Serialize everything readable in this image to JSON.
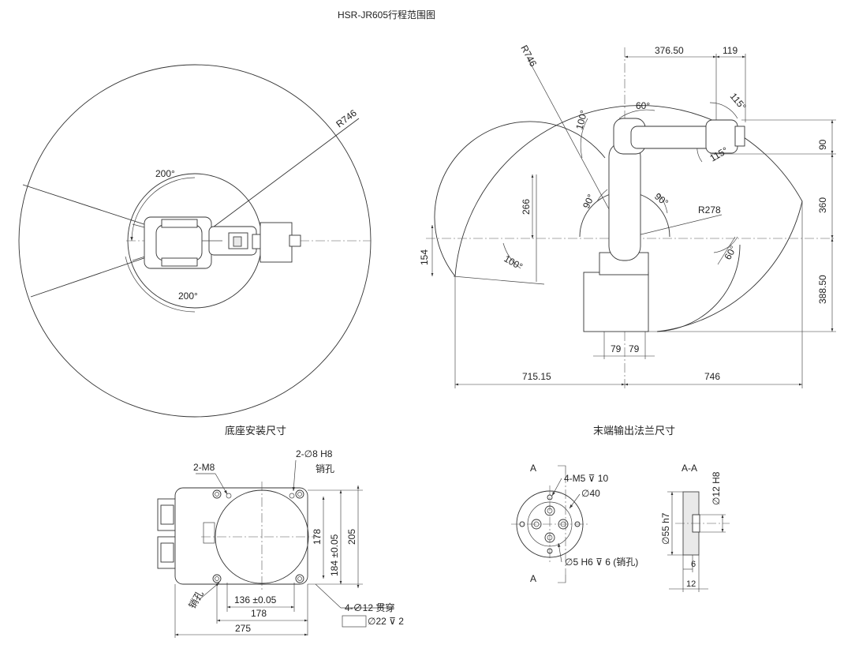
{
  "titles": {
    "main": "HSR-JR605行程范围图",
    "base": "底座安装尺寸",
    "flange": "末端输出法兰尺寸"
  },
  "top_view": {
    "radius": "R746",
    "angle_upper": "200°",
    "angle_lower": "200°"
  },
  "side_view": {
    "radius": "R746",
    "radius_inner": "R278",
    "dims": {
      "top_width": "376.50",
      "top_offset": "119",
      "right_upper": "90",
      "right_mid": "360",
      "right_lower": "388.50",
      "left_266": "266",
      "left_154": "154",
      "bottom_left": "715.15",
      "bottom_right": "746",
      "base_79a": "79",
      "base_79b": "79"
    },
    "angles": {
      "a60_top": "60°",
      "a115_top": "115°",
      "a115_bottom": "115°",
      "a100_top": "100°",
      "a90_left": "90°",
      "a90_right": "90°",
      "a100_bottom": "100°",
      "a60_bottom": "60°"
    }
  },
  "base_mount": {
    "m8": "2-M8",
    "pin": "2-∅8 H8",
    "pin_note": "销孔",
    "d178v": "178",
    "d184": "184 ±0.05",
    "d205": "205",
    "d136": "136 ±0.05",
    "d178h": "178",
    "d275": "275",
    "hole_note": "销孔",
    "through": "4-∅12 贯穿",
    "counterbore": "∅22 ⊽ 2"
  },
  "flange": {
    "section_a_top": "A",
    "section_a_bottom": "A",
    "m5": "4-M5 ⊽ 10",
    "d40": "∅40",
    "d5": "∅5 H6 ⊽ 6 (销孔)",
    "section_label": "A-A",
    "d12": "∅12 H8",
    "d55": "∅55 h7",
    "w6": "6",
    "w12": "12"
  }
}
